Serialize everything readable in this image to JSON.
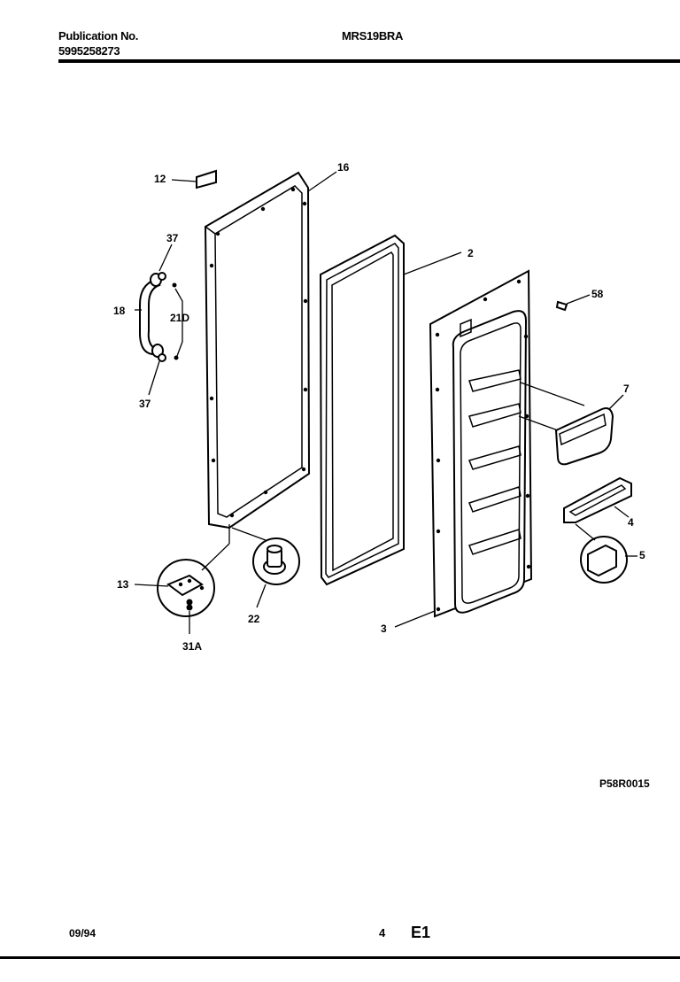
{
  "header": {
    "publication_label": "Publication No.",
    "publication_number": "5995258273",
    "model": "MRS19BRA"
  },
  "diagram": {
    "part_labels": {
      "p12": "12",
      "p16": "16",
      "p2": "2",
      "p58": "58",
      "p37a": "37",
      "p18": "18",
      "p21d": "21D",
      "p37b": "37",
      "p7": "7",
      "p4": "4",
      "p5": "5",
      "p13": "13",
      "p22": "22",
      "p31a": "31A",
      "p3": "3"
    },
    "figure_code": "P58R0015"
  },
  "footer": {
    "date": "09/94",
    "page": "4",
    "section": "E1"
  }
}
